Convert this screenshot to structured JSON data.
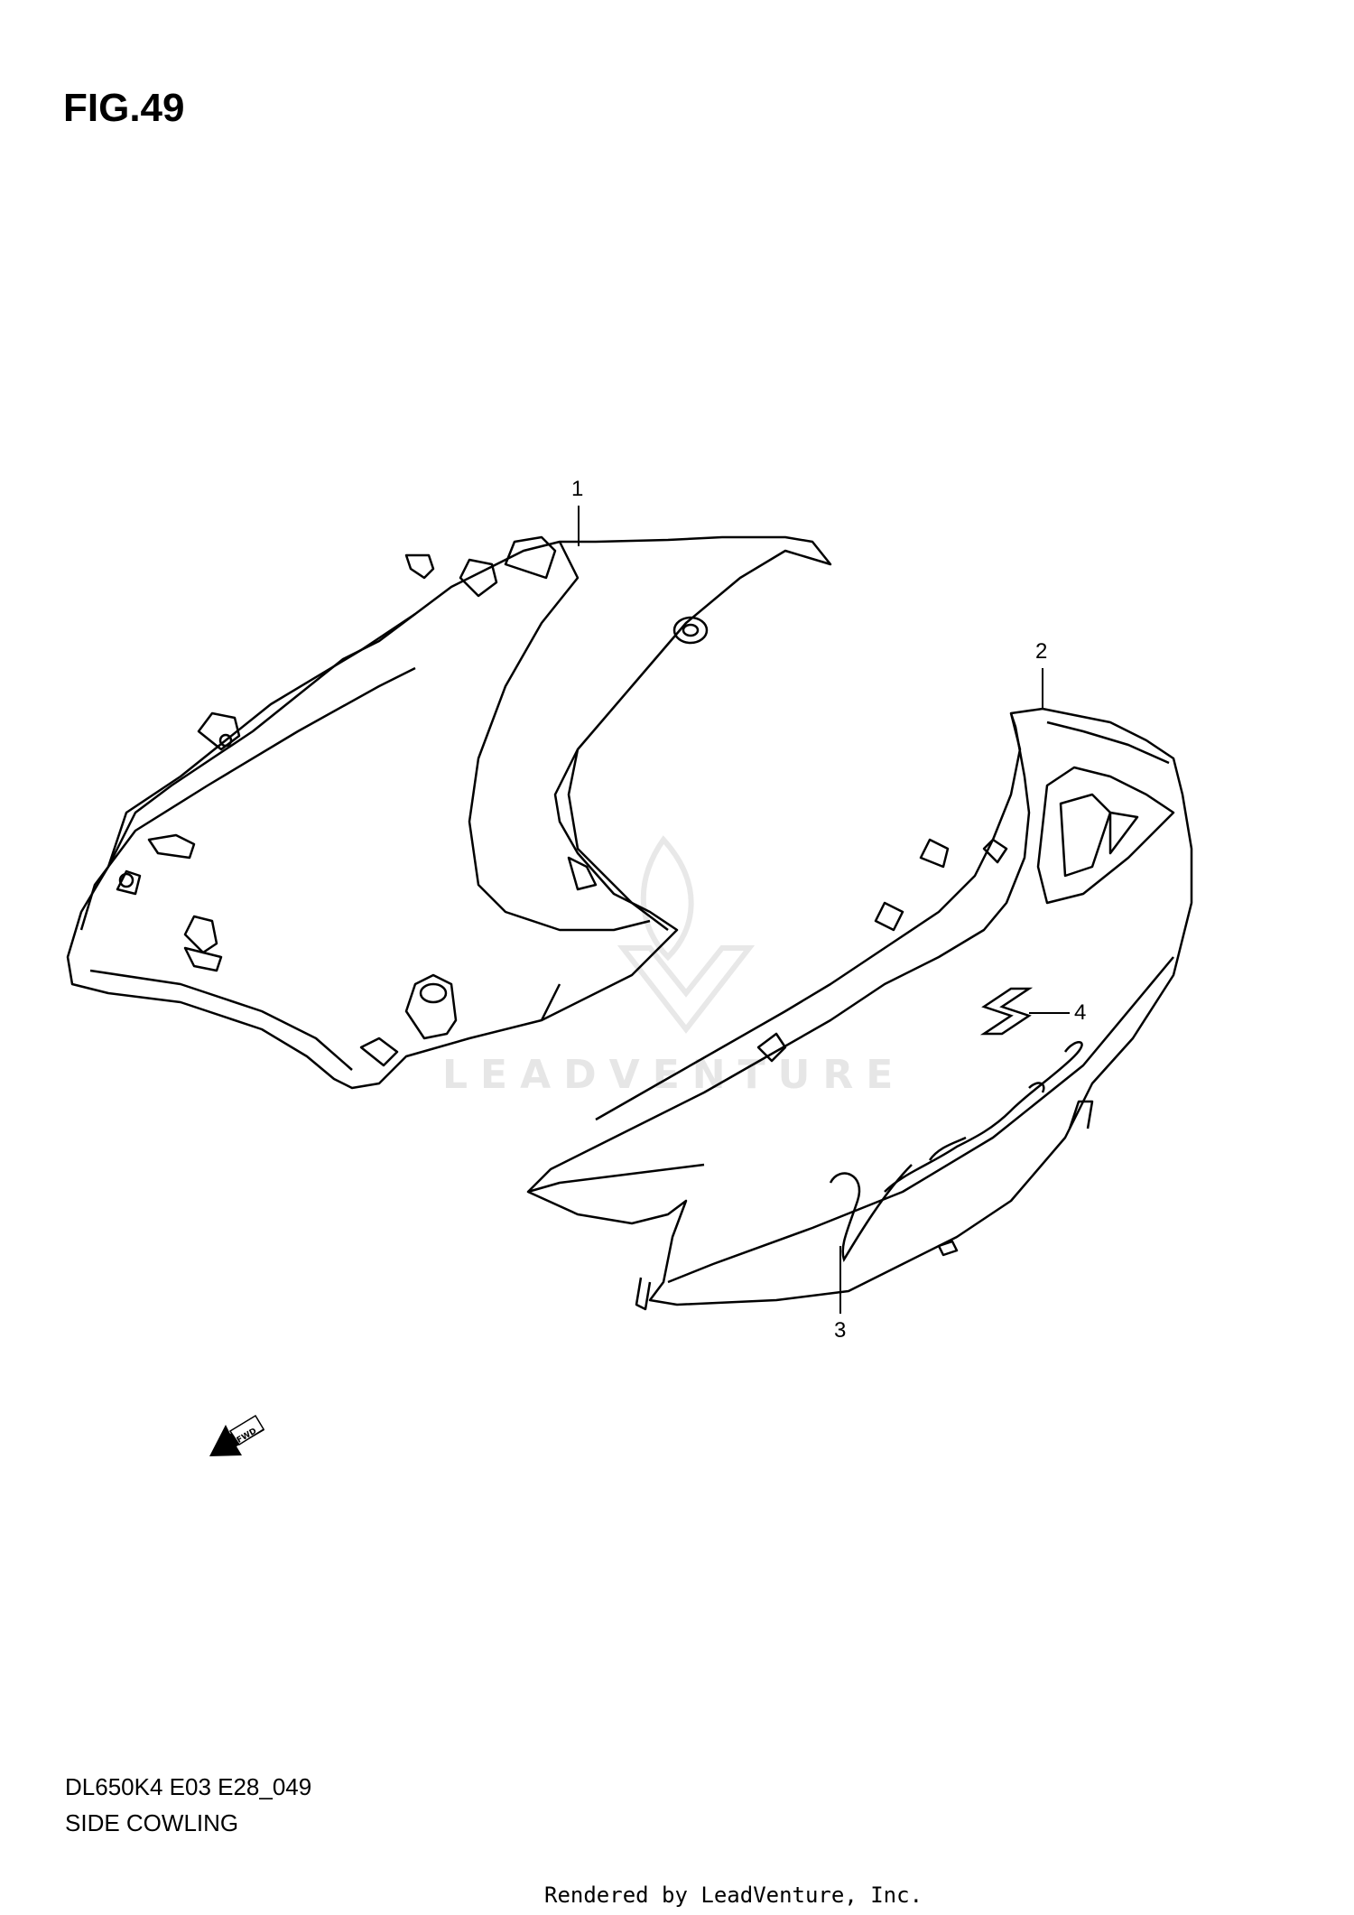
{
  "figure": {
    "title": "FIG.49"
  },
  "callouts": [
    {
      "label": "1",
      "part": "side-cowling-left"
    },
    {
      "label": "2",
      "part": "side-cowling-right"
    },
    {
      "label": "3",
      "part": "vstrom-emblem"
    },
    {
      "label": "4",
      "part": "suzuki-emblem"
    }
  ],
  "forward_badge": "FWD",
  "watermark": "LEADVENTURE",
  "footer": {
    "code": "DL650K4 E03 E28_049",
    "title": "SIDE COWLING",
    "rendered_by": "Rendered by LeadVenture, Inc."
  },
  "colors": {
    "line": "#000000",
    "watermark": "#e6e6e6",
    "background": "#ffffff"
  }
}
